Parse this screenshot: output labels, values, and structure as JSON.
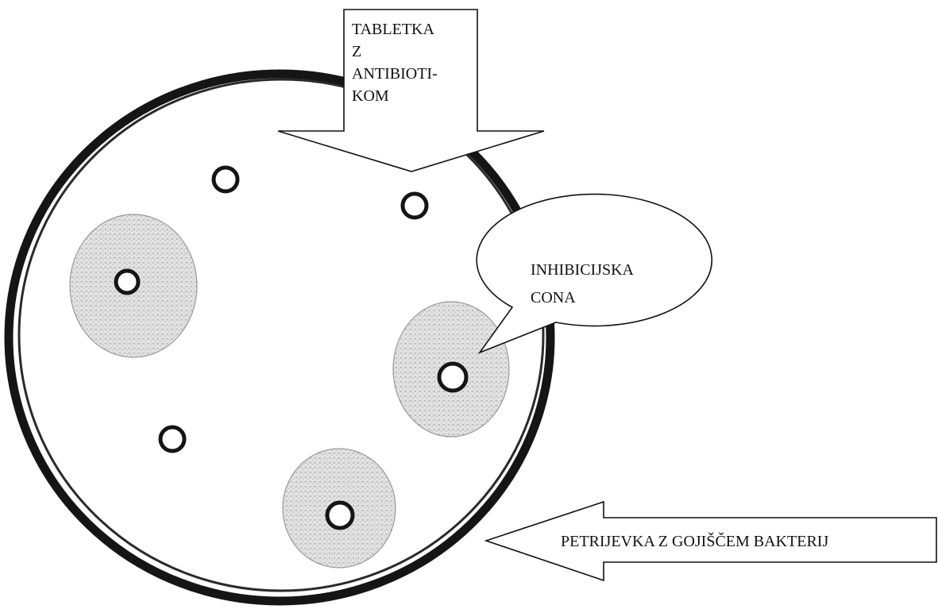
{
  "labels": {
    "antibiotic_tablet": [
      "TABLETKA",
      "Z",
      "ANTIBIOTI-",
      "KOM"
    ],
    "inhibition_zone": [
      "INHIBICIJSKA",
      "CONA"
    ],
    "petri_dish": "PETRIJEVKA Z GOJIŠČEM BAKTERIJ"
  },
  "elements": {
    "tablets": [
      {
        "name": "tablet-top-left",
        "has_inhibition_zone": false
      },
      {
        "name": "tablet-top-right",
        "has_inhibition_zone": false
      },
      {
        "name": "tablet-left",
        "has_inhibition_zone": true
      },
      {
        "name": "tablet-right",
        "has_inhibition_zone": true
      },
      {
        "name": "tablet-bottom-left",
        "has_inhibition_zone": false
      },
      {
        "name": "tablet-bottom",
        "has_inhibition_zone": true
      }
    ]
  },
  "colors": {
    "outline": "#151515",
    "zone_shading": "#bdbdbd",
    "background": "#ffffff"
  }
}
